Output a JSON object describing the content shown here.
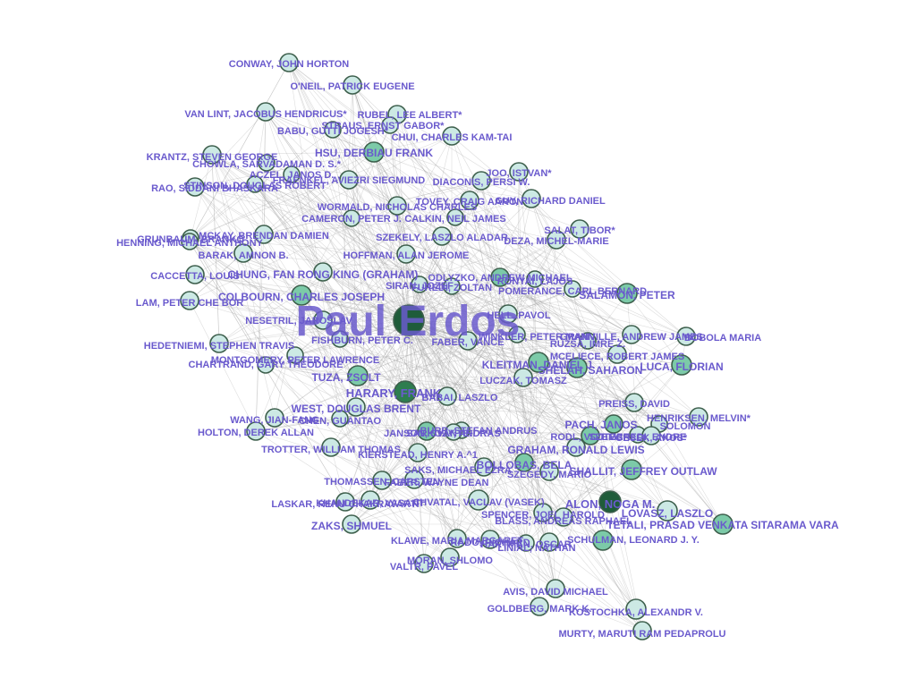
{
  "colors": {
    "label": "#6a5acd",
    "edge": "#9e9e9e",
    "node_stroke": "#3d5f4c",
    "node_light": "#cce9e4",
    "node_mid": "#7ccaa8",
    "node_dark": "#2e7d4f",
    "node_darkest": "#1f5c3a"
  },
  "graph": {
    "center": "Paul Erdos",
    "nodes": [
      {
        "id": "n1",
        "label": "CONWAY, JOHN HORTON"
      },
      {
        "id": "n2",
        "label": "O'NEIL, PATRICK EUGENE"
      },
      {
        "id": "n3",
        "label": "VAN LINT, JACOBUS HENDRICUS*"
      },
      {
        "id": "n4",
        "label": "RUBEL, LEE ALBERT*"
      },
      {
        "id": "n5",
        "label": "STRAUS, ERNST GABOR*"
      },
      {
        "id": "n6",
        "label": "BABU, GUTTI JOGESH*"
      },
      {
        "id": "n7",
        "label": "CHUI, CHARLES KAM-TAI"
      },
      {
        "id": "n8",
        "label": "HSU, DERBIAU FRANK"
      },
      {
        "id": "n9",
        "label": "KRANTZ, STEVEN GEORGE"
      },
      {
        "id": "n10",
        "label": "CHOWLA, SARVADAMAN D. S.*"
      },
      {
        "id": "n11",
        "label": "ACZEL, JANOS D."
      },
      {
        "id": "n12",
        "label": "FRAENKEL, AVIEZRI SIEGMUND"
      },
      {
        "id": "n13",
        "label": "JOO, ISTVAN*"
      },
      {
        "id": "n14",
        "label": "DIACONIS, PERSI W."
      },
      {
        "id": "n15",
        "label": "STINSON, DOUGLAS ROBERT"
      },
      {
        "id": "n16",
        "label": "RAO, SIDDANI BHASKARA"
      },
      {
        "id": "n17",
        "label": "TOVEY, CRAIG AARON"
      },
      {
        "id": "n18",
        "label": "GUY, RICHARD DANIEL"
      },
      {
        "id": "n19",
        "label": "WORMALD, NICHOLAS CHARLES"
      },
      {
        "id": "n20",
        "label": "CAMERON, PETER J."
      },
      {
        "id": "n21",
        "label": "CALKIN, NEIL JAMES"
      },
      {
        "id": "n22",
        "label": "SALAT, TIBOR*"
      },
      {
        "id": "n23",
        "label": "GRUNBAUM, BRANKO"
      },
      {
        "id": "n24",
        "label": "MCKAY, BRENDAN DAMIEN"
      },
      {
        "id": "n25",
        "label": "HENNING, MICHAEL ANTHONY"
      },
      {
        "id": "n26",
        "label": "SZEKELY, LASZLO ALADAR"
      },
      {
        "id": "n27",
        "label": "DEZA, MICHEL-MARIE"
      },
      {
        "id": "n28",
        "label": "BARAK, AMNON B."
      },
      {
        "id": "n29",
        "label": "HOFFMAN, ALAN JEROME"
      },
      {
        "id": "n30",
        "label": "CACCETTA, LOUIS"
      },
      {
        "id": "n31",
        "label": "CHUNG, FAN RONG KING (GRAHAM)"
      },
      {
        "id": "n32",
        "label": "ODLYZKO, ANDREW MICHAEL"
      },
      {
        "id": "n33",
        "label": "SIRAN, JOZEF"
      },
      {
        "id": "n34",
        "label": "FUREDI, ZOLTAN"
      },
      {
        "id": "n35",
        "label": "RONYAI, LAJOS"
      },
      {
        "id": "n36",
        "label": "POMERANCE, CARL BERNARD"
      },
      {
        "id": "n37",
        "label": "SALAMON, PETER"
      },
      {
        "id": "n38",
        "label": "LAM, PETER CHE BOR"
      },
      {
        "id": "n39",
        "label": "COLBOURN, CHARLES JOSEPH"
      },
      {
        "id": "n40",
        "label": "NESETRIL, JAROSLAV"
      },
      {
        "id": "n41",
        "label": "HELL, PAVOL"
      },
      {
        "id": "n42",
        "label": "FISHBURN, PETER C."
      },
      {
        "id": "n43",
        "label": "FABER, VANCE"
      },
      {
        "id": "n44",
        "label": "WINKLER, PETER MANN"
      },
      {
        "id": "n45",
        "label": "GRANVILLE, ANDREW JAMES"
      },
      {
        "id": "n46",
        "label": "BOBOLA MARIA"
      },
      {
        "id": "n47",
        "label": "RUZSA, IMRE Z."
      },
      {
        "id": "n48",
        "label": "HEDETNIEMI, STEPHEN TRAVIS"
      },
      {
        "id": "n49",
        "label": "MONTGOMERY, PETER LAWRENCE"
      },
      {
        "id": "n50",
        "label": "CHARTRAND, GARY THEODORE"
      },
      {
        "id": "n51",
        "label": "MCELIECE, ROBERT JAMES"
      },
      {
        "id": "n52",
        "label": "KLEITMAN, DANIEL J."
      },
      {
        "id": "n53",
        "label": "SHELAH, SAHARON"
      },
      {
        "id": "n54",
        "label": "LUCA, FLORIAN"
      },
      {
        "id": "n55",
        "label": "TUZA, ZSOLT"
      },
      {
        "id": "n56",
        "label": "LUCZAK, TOMASZ"
      },
      {
        "id": "n57",
        "label": "HARARY, FRANK"
      },
      {
        "id": "n58",
        "label": "BABAI, LASZLO"
      },
      {
        "id": "n59",
        "label": "PREISS, DAVID"
      },
      {
        "id": "n60",
        "label": "WEST, DOUGLAS BRENT"
      },
      {
        "id": "n61",
        "label": "WANG, JIAN-FANG"
      },
      {
        "id": "n62",
        "label": "CHEN, GUANTAO"
      },
      {
        "id": "n63",
        "label": "HENRIKSEN, MELVIN*"
      },
      {
        "id": "n64",
        "label": "PACH, JANOS"
      },
      {
        "id": "n65",
        "label": "BURR, STEFAN ANDRUS"
      },
      {
        "id": "n66",
        "label": "SOLOMON"
      },
      {
        "id": "n67",
        "label": "HOLTON, DEREK ALLAN"
      },
      {
        "id": "n68",
        "label": "JANSON, SVANTE"
      },
      {
        "id": "n69",
        "label": "RODL, VOJTECH"
      },
      {
        "id": "n70",
        "label": "SARKOZY, ANDRAS"
      },
      {
        "id": "n71",
        "label": "SZEMEREDI, ENDRE"
      },
      {
        "id": "n72",
        "label": "GESEK, AKOS*"
      },
      {
        "id": "n73",
        "label": "TROTTER, WILLIAM THOMAS"
      },
      {
        "id": "n74",
        "label": "GRAHAM, RONALD LEWIS"
      },
      {
        "id": "n75",
        "label": "KIERSTEAD, HENRY A.^1"
      },
      {
        "id": "n76",
        "label": "BOLLOBAS, BELA"
      },
      {
        "id": "n77",
        "label": "SAKS, MICHAEL EZRA"
      },
      {
        "id": "n78",
        "label": "SZEGEDY, MARIO"
      },
      {
        "id": "n79",
        "label": "SHALLIT, JEFFREY OUTLAW"
      },
      {
        "id": "n80",
        "label": "THOMASSEN, CARSTEN"
      },
      {
        "id": "n81",
        "label": "FABER, WAYNE DEAN"
      },
      {
        "id": "n82",
        "label": "ALON, NOGA M."
      },
      {
        "id": "n83",
        "label": "LASKAR, RENU CHAKRAVARTI"
      },
      {
        "id": "n84",
        "label": "KHANDEKAR, VASANT"
      },
      {
        "id": "n85",
        "label": "CHVATAL, VACLAV (VASEK)"
      },
      {
        "id": "n86",
        "label": "SPENCER, JOEL HAROLD"
      },
      {
        "id": "n87",
        "label": "LOVASZ, LASZLO"
      },
      {
        "id": "n88",
        "label": "BLASS, ANDREAS RAPHAEL"
      },
      {
        "id": "n89",
        "label": "TETALI, PRASAD VENKATA SITARAMA VARA"
      },
      {
        "id": "n90",
        "label": "ZAKS, SHMUEL"
      },
      {
        "id": "n91",
        "label": "KLAWE, MARIA MARGARET"
      },
      {
        "id": "n92",
        "label": "RADO, RICHARD"
      },
      {
        "id": "n93",
        "label": "LINIAL, NATHAN"
      },
      {
        "id": "n94",
        "label": "HARTMAN, OSCAR"
      },
      {
        "id": "n95",
        "label": "SCHULMAN, LEONARD J. Y."
      },
      {
        "id": "n96",
        "label": "MORAN, SHLOMO"
      },
      {
        "id": "n97",
        "label": "VALTR, PAVEL"
      },
      {
        "id": "n98",
        "label": "AVIS, DAVID MICHAEL"
      },
      {
        "id": "n99",
        "label": "GOLDBERG, MARK K."
      },
      {
        "id": "n100",
        "label": "KOSTOCHKA, ALEXANDR V."
      },
      {
        "id": "n101",
        "label": "MURTY, MARUTI RAM PEDAPROLU"
      }
    ]
  }
}
